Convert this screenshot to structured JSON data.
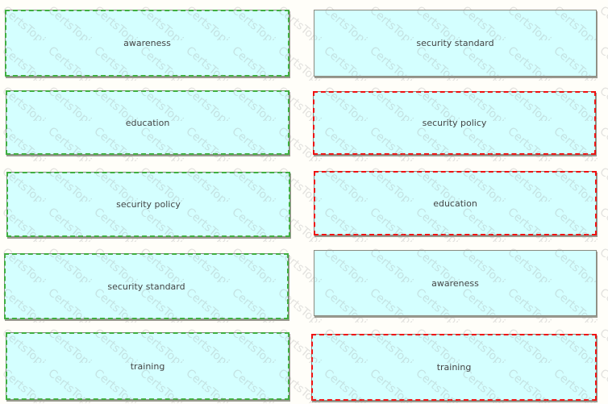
{
  "watermark": "CertsTopics",
  "colors": {
    "box_fill": "#d4ffff",
    "source_dash": "#3fae3f",
    "target_dash": "#f01010"
  },
  "left": [
    {
      "label": "awareness"
    },
    {
      "label": "education"
    },
    {
      "label": "security policy"
    },
    {
      "label": "security standard"
    },
    {
      "label": "training"
    }
  ],
  "right": [
    {
      "label": "security standard"
    },
    {
      "label": "security policy"
    },
    {
      "label": "education"
    },
    {
      "label": "awareness"
    },
    {
      "label": "training"
    }
  ]
}
